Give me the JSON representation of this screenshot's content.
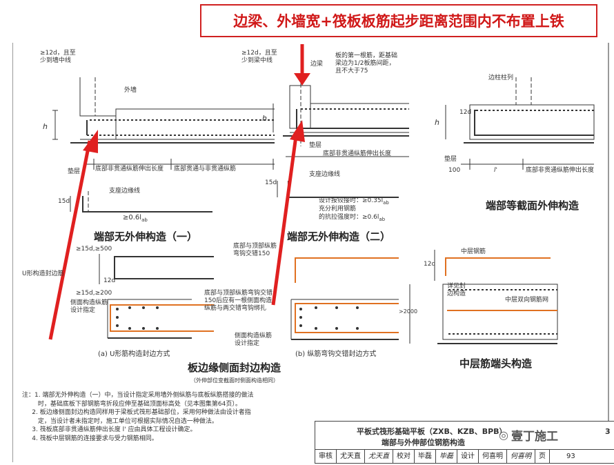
{
  "callout": "边梁、外墙宽+筏板板筋起步距离范围内不布置上铁",
  "diagram1": {
    "ann_top": "≥12d，且至\n少到墙中线",
    "outer_wall": "外墙",
    "h": "h",
    "pad": "垫层",
    "bot_non": "底部非贯通纵筋伸出长度",
    "bot_through": "底部贯通与非贯通纵筋",
    "support_line": "支座边缘线",
    "anchor": "≥0.6l",
    "anchor_sub": "ab",
    "d15": "15d",
    "title": "端部无外伸构造（一）"
  },
  "diagram2": {
    "ann_top": "≥12d，且至\n少到梁中线",
    "edge_beam": "边梁",
    "first_bar": "板的第一根筋，距基础\n梁边为1/2板筋间距，\n且不大于75",
    "h": "h",
    "pad": "垫层",
    "bot_non": "底部非贯通纵筋伸出长度",
    "support_line": "支座边缘线",
    "design": "设计按铰接时：≥0.35l",
    "design2": "充分利用钢筋",
    "design3": "的抗拉强度时：≥0.6l",
    "sub": "ab",
    "d15": "15d",
    "title": "端部无外伸构造（二）"
  },
  "diagram3": {
    "col": "边柱柱列",
    "d12": "12d",
    "h": "h",
    "pad": "垫层",
    "dim100": "100",
    "lprime": "l'",
    "bot_non": "底部非贯通纵筋伸出长度",
    "title": "端部等截面外伸构造"
  },
  "diagram4": {
    "d15_500": "≥15d,≥500",
    "d15_200": "≥15d,≥200",
    "u_label": "U形构造封边筋",
    "d12": "12d",
    "side_bars": "侧面构造纵筋\n设计指定",
    "caption": "(a)  U形筋构造封边方式"
  },
  "diagram5": {
    "lap150": "底部与顶部纵筋\n弯钩交错150",
    "lap_note": "底部与顶部纵筋弯钩交错\n150后应有一根侧面构造\n纵筋与两交错弯钩绑扎",
    "side_bars": "侧面构造纵筋\n设计指定",
    "caption": "(b)  纵筋弯钩交错封边方式"
  },
  "center_title": "板边缘侧面封边构造",
  "center_sub": "（外伸部位变截面时侧面构造相同）",
  "diagram6": {
    "mid_bar": "中层钢筋",
    "d12": "12d",
    "see": "详见封\n边构造",
    "mesh": "中层双向钢筋网",
    "dim": ">2000",
    "title": "中层筋端头构造"
  },
  "notes": [
    "注：1. 端部无外伸构造（一）中，当设计指定采用墙外侧纵筋与底板纵筋搭接的做法",
    "        时，基础底板下部钢筋弯折段应伸至基础顶面标高处（见本图集第64页）。",
    "     2. 板边缘侧面封边构造同样用于梁板式筏形基础部位，采用何种做法由设计者指",
    "        定，当设计者未指定时，施工单位可根据实际情况自选一种做法。",
    "     3. 筏板底部非贯通纵筋伸出长度 l' 应由具体工程设计确定。",
    "     4. 筏板中层钢筋的连接要求与受力钢筋相同。"
  ],
  "titleblock": {
    "line1": "平板式筏形基础平板（ZXB、KZB、BPB）",
    "line2": "端部与外伸部位钢筋构造",
    "fig_no": "3",
    "row": [
      "审核",
      "尤天直",
      "尤天直",
      "校对",
      "毕磊",
      "毕磊",
      "设计",
      "何喜明",
      "何喜明",
      "页",
      "93"
    ]
  },
  "watermark": "壹丁施工",
  "colors": {
    "accent": "#d01818",
    "rebar": "#e07020",
    "line": "#333333"
  }
}
